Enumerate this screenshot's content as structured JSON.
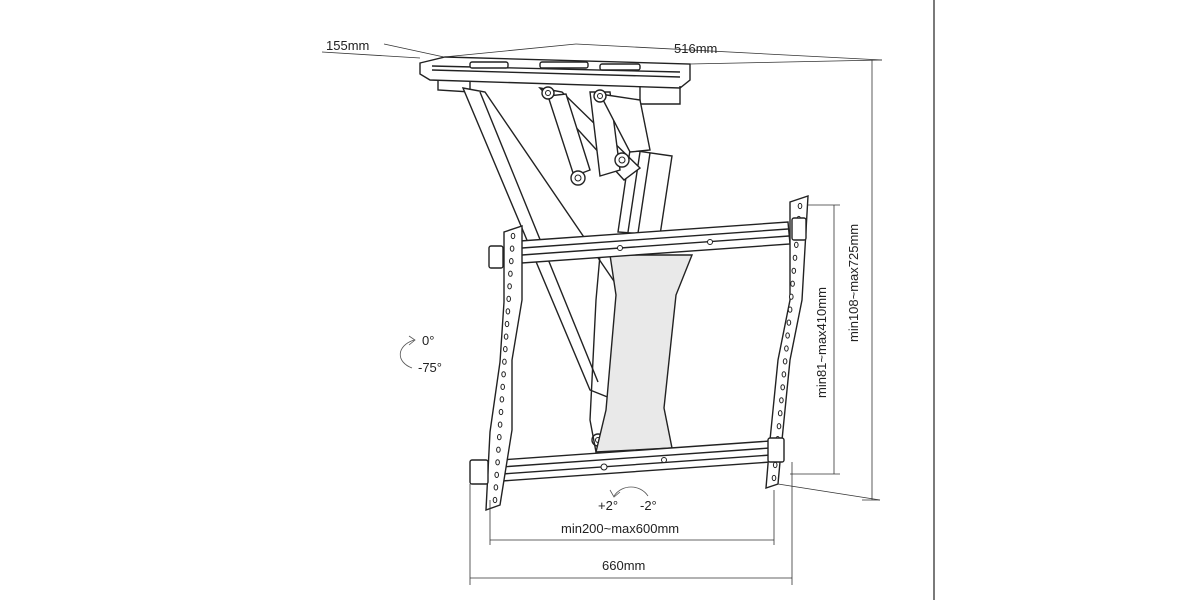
{
  "colors": {
    "line": "#222222",
    "background": "#ffffff",
    "panel_fill": "#e9e9e9"
  },
  "dimensions": {
    "depth": "155mm",
    "width_top": "516mm",
    "height_range": "min108~max725mm",
    "vesa_vertical": "min81~max410mm",
    "vesa_horizontal": "min200~max600mm",
    "overall_width": "660mm"
  },
  "tilt": {
    "top": "0°",
    "bottom": "-75°"
  },
  "swivel": {
    "left": "+2°",
    "right": "-2°"
  }
}
